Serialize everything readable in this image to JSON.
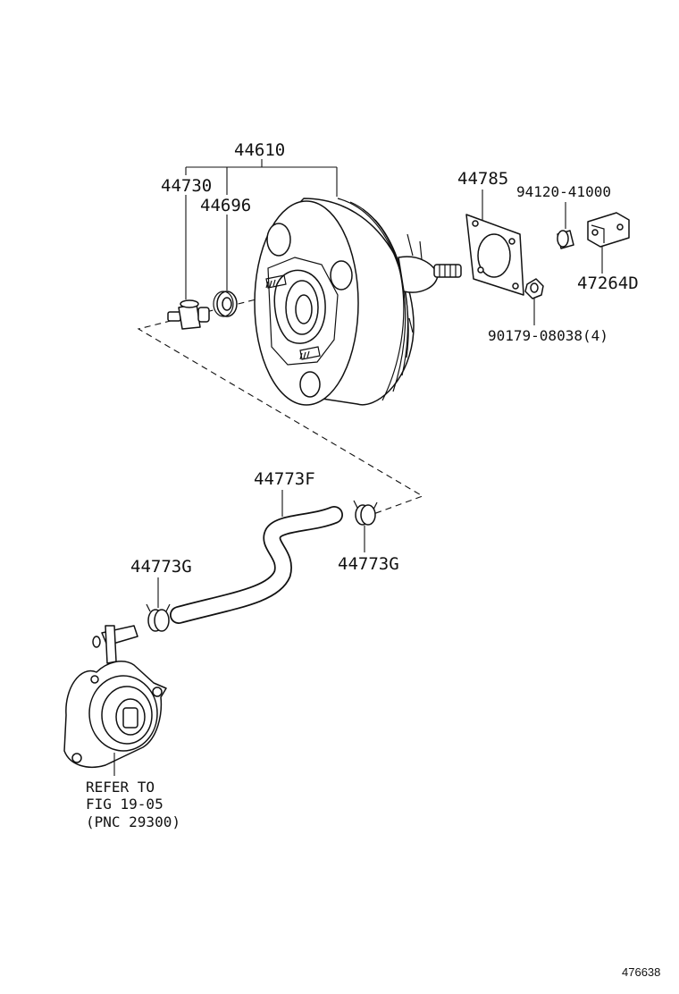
{
  "diagram": {
    "parts": {
      "booster_assembly": "44610",
      "check_valve": "44730",
      "grommet": "44696",
      "gasket": "44785",
      "bushing": "94120-41000",
      "clevis": "47264D",
      "nut": "90179-08038(4)",
      "vacuum_hose": "44773F",
      "clip_upper": "44773G",
      "clip_lower": "44773G"
    },
    "reference": {
      "line1": "REFER TO",
      "line2": "FIG 19-05",
      "line3": "(PNC 29300)"
    },
    "illustration_id": "476638"
  },
  "colors": {
    "ink": "#111111",
    "background": "#ffffff"
  }
}
